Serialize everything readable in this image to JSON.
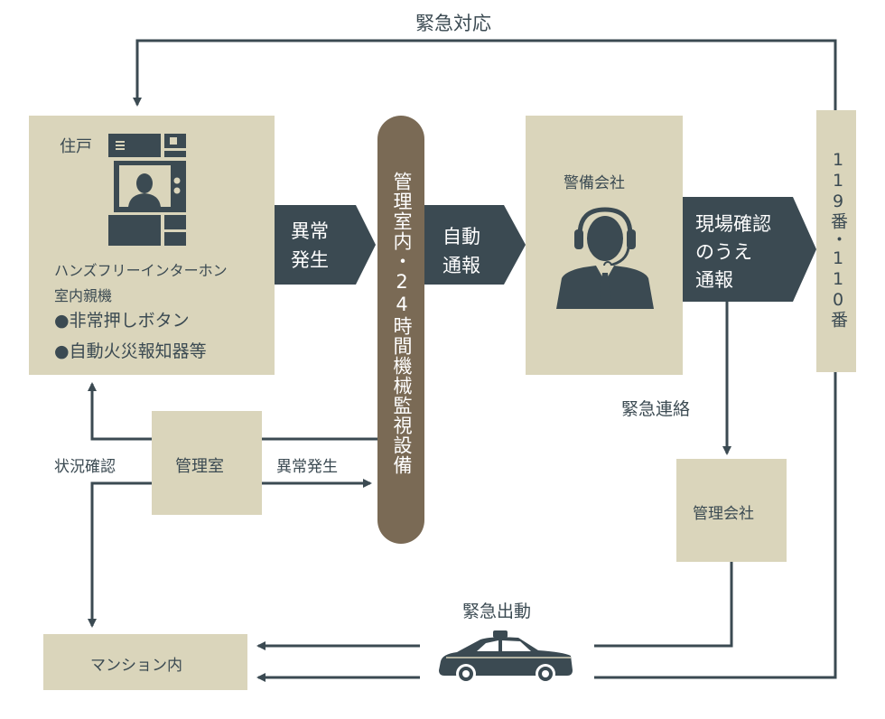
{
  "title_top": "緊急対応",
  "residence": {
    "label": "住戸",
    "device_name": "ハンズフリーインターホン",
    "device_sub": "室内親機",
    "bullets": [
      "●非常押しボタン",
      "●自動火災報知器等"
    ]
  },
  "arrow_abnormal": {
    "line1": "異常",
    "line2": "発生"
  },
  "monitor_pillar": "管理室内・24時間機械監視設備",
  "arrow_auto": {
    "line1": "自動",
    "line2": "通報"
  },
  "security_company": {
    "label": "警備会社"
  },
  "arrow_report": {
    "line1": "現場確認",
    "line2": "のうえ",
    "line3": "通報"
  },
  "emergency_numbers": "119番・110番",
  "emergency_contact": "緊急連絡",
  "management_company": "管理会社",
  "management_office": "管理室",
  "status_check": "状況確認",
  "abnormal_occur": "異常発生",
  "emergency_dispatch": "緊急出動",
  "mansion": "マンション内",
  "colors": {
    "box": "#dad5bb",
    "dark": "#3b4a52",
    "pillar": "#7a6a55",
    "line": "#3b4a52"
  }
}
